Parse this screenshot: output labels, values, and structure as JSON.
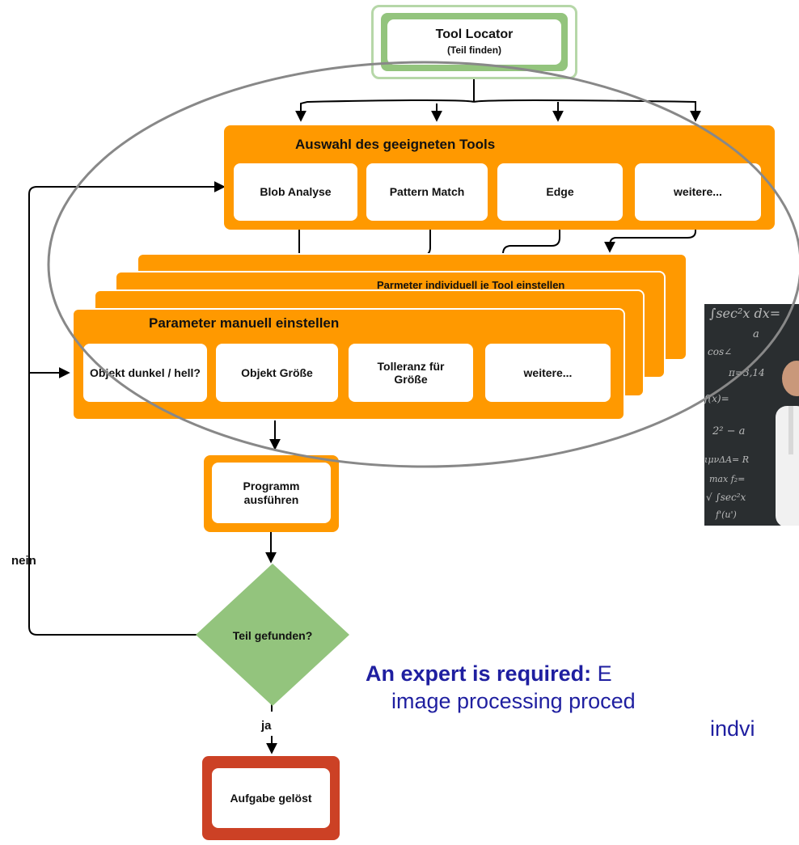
{
  "tool_locator": {
    "title": "Tool Locator",
    "subtitle": "(Teil finden)"
  },
  "selection": {
    "title": "Auswahl des geeigneten Tools",
    "tools": [
      "Blob Analyse",
      "Pattern Match",
      "Edge",
      "weitere..."
    ]
  },
  "parameters": {
    "individual_label": "Parmeter individuell je Tool einstellen",
    "title": "Parameter manuell einstellen",
    "items": [
      "Objekt dunkel / hell?",
      "Objekt Größe",
      "Tolleranz für Größe",
      "weitere..."
    ]
  },
  "run": {
    "label": "Programm ausführen"
  },
  "decision": {
    "label": "Teil gefunden?",
    "no": "nein",
    "yes": "ja"
  },
  "done": {
    "label": "Aufgabe gelöst"
  },
  "caption": {
    "bold": "An expert is required:",
    "rest_line1": " E",
    "line2": "image processing proced",
    "line3": "indvi"
  },
  "colors": {
    "orange": "#ff9900",
    "green": "#93c47d",
    "green_border": "#b6d7a8",
    "red": "#cc4125",
    "caption_blue": "#1f1fa0",
    "ellipse": "#888888"
  }
}
